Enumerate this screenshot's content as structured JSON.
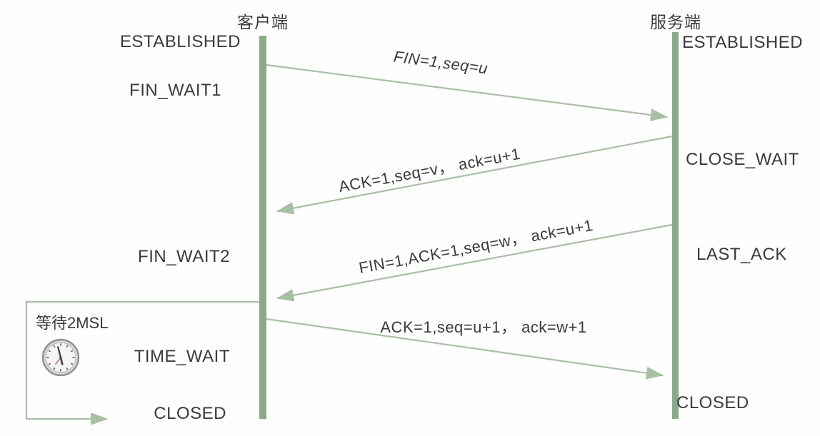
{
  "colors": {
    "lifeline": "#8ca88a",
    "arrow": "#a7c0a3",
    "text": "#3a3a3e",
    "background": "#fefefe"
  },
  "participants": {
    "client": "客户端",
    "server": "服务端"
  },
  "client_states": {
    "established": "ESTABLISHED",
    "fin_wait1": "FIN_WAIT1",
    "fin_wait2": "FIN_WAIT2",
    "time_wait": "TIME_WAIT",
    "closed": "CLOSED"
  },
  "server_states": {
    "established": "ESTABLISHED",
    "close_wait": "CLOSE_WAIT",
    "last_ack": "LAST_ACK",
    "closed": "CLOSED"
  },
  "messages": {
    "fin": "FIN=1,seq=u",
    "ack_of_fin": "ACK=1,seq=v， ack=u+1",
    "fin_ack": "FIN=1,ACK=1,seq=w， ack=u+1",
    "final_ack": "ACK=1,seq=u+1， ack=w+1"
  },
  "wait_box": {
    "label": "等待2MSL",
    "icon": "clock-icon"
  }
}
